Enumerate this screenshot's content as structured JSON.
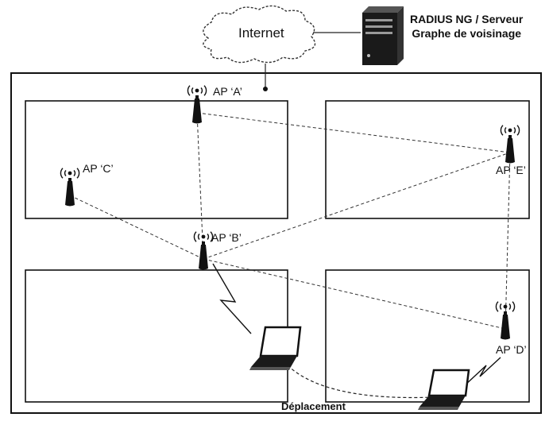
{
  "cloud": {
    "label": "Internet"
  },
  "server": {
    "line1": "RADIUS NG / Serveur",
    "line2": "Graphe de voisinage"
  },
  "access_points": [
    {
      "id": "A",
      "label": "AP ‘A’"
    },
    {
      "id": "B",
      "label": "AP ‘B’"
    },
    {
      "id": "C",
      "label": "AP ‘C’"
    },
    {
      "id": "D",
      "label": "AP ‘D’"
    },
    {
      "id": "E",
      "label": "AP ‘E’"
    }
  ],
  "neighbor_links": [
    [
      "A",
      "B"
    ],
    [
      "A",
      "E"
    ],
    [
      "B",
      "C"
    ],
    [
      "B",
      "E"
    ],
    [
      "B",
      "D"
    ],
    [
      "E",
      "D"
    ]
  ],
  "movement": {
    "label": "Déplacement"
  }
}
